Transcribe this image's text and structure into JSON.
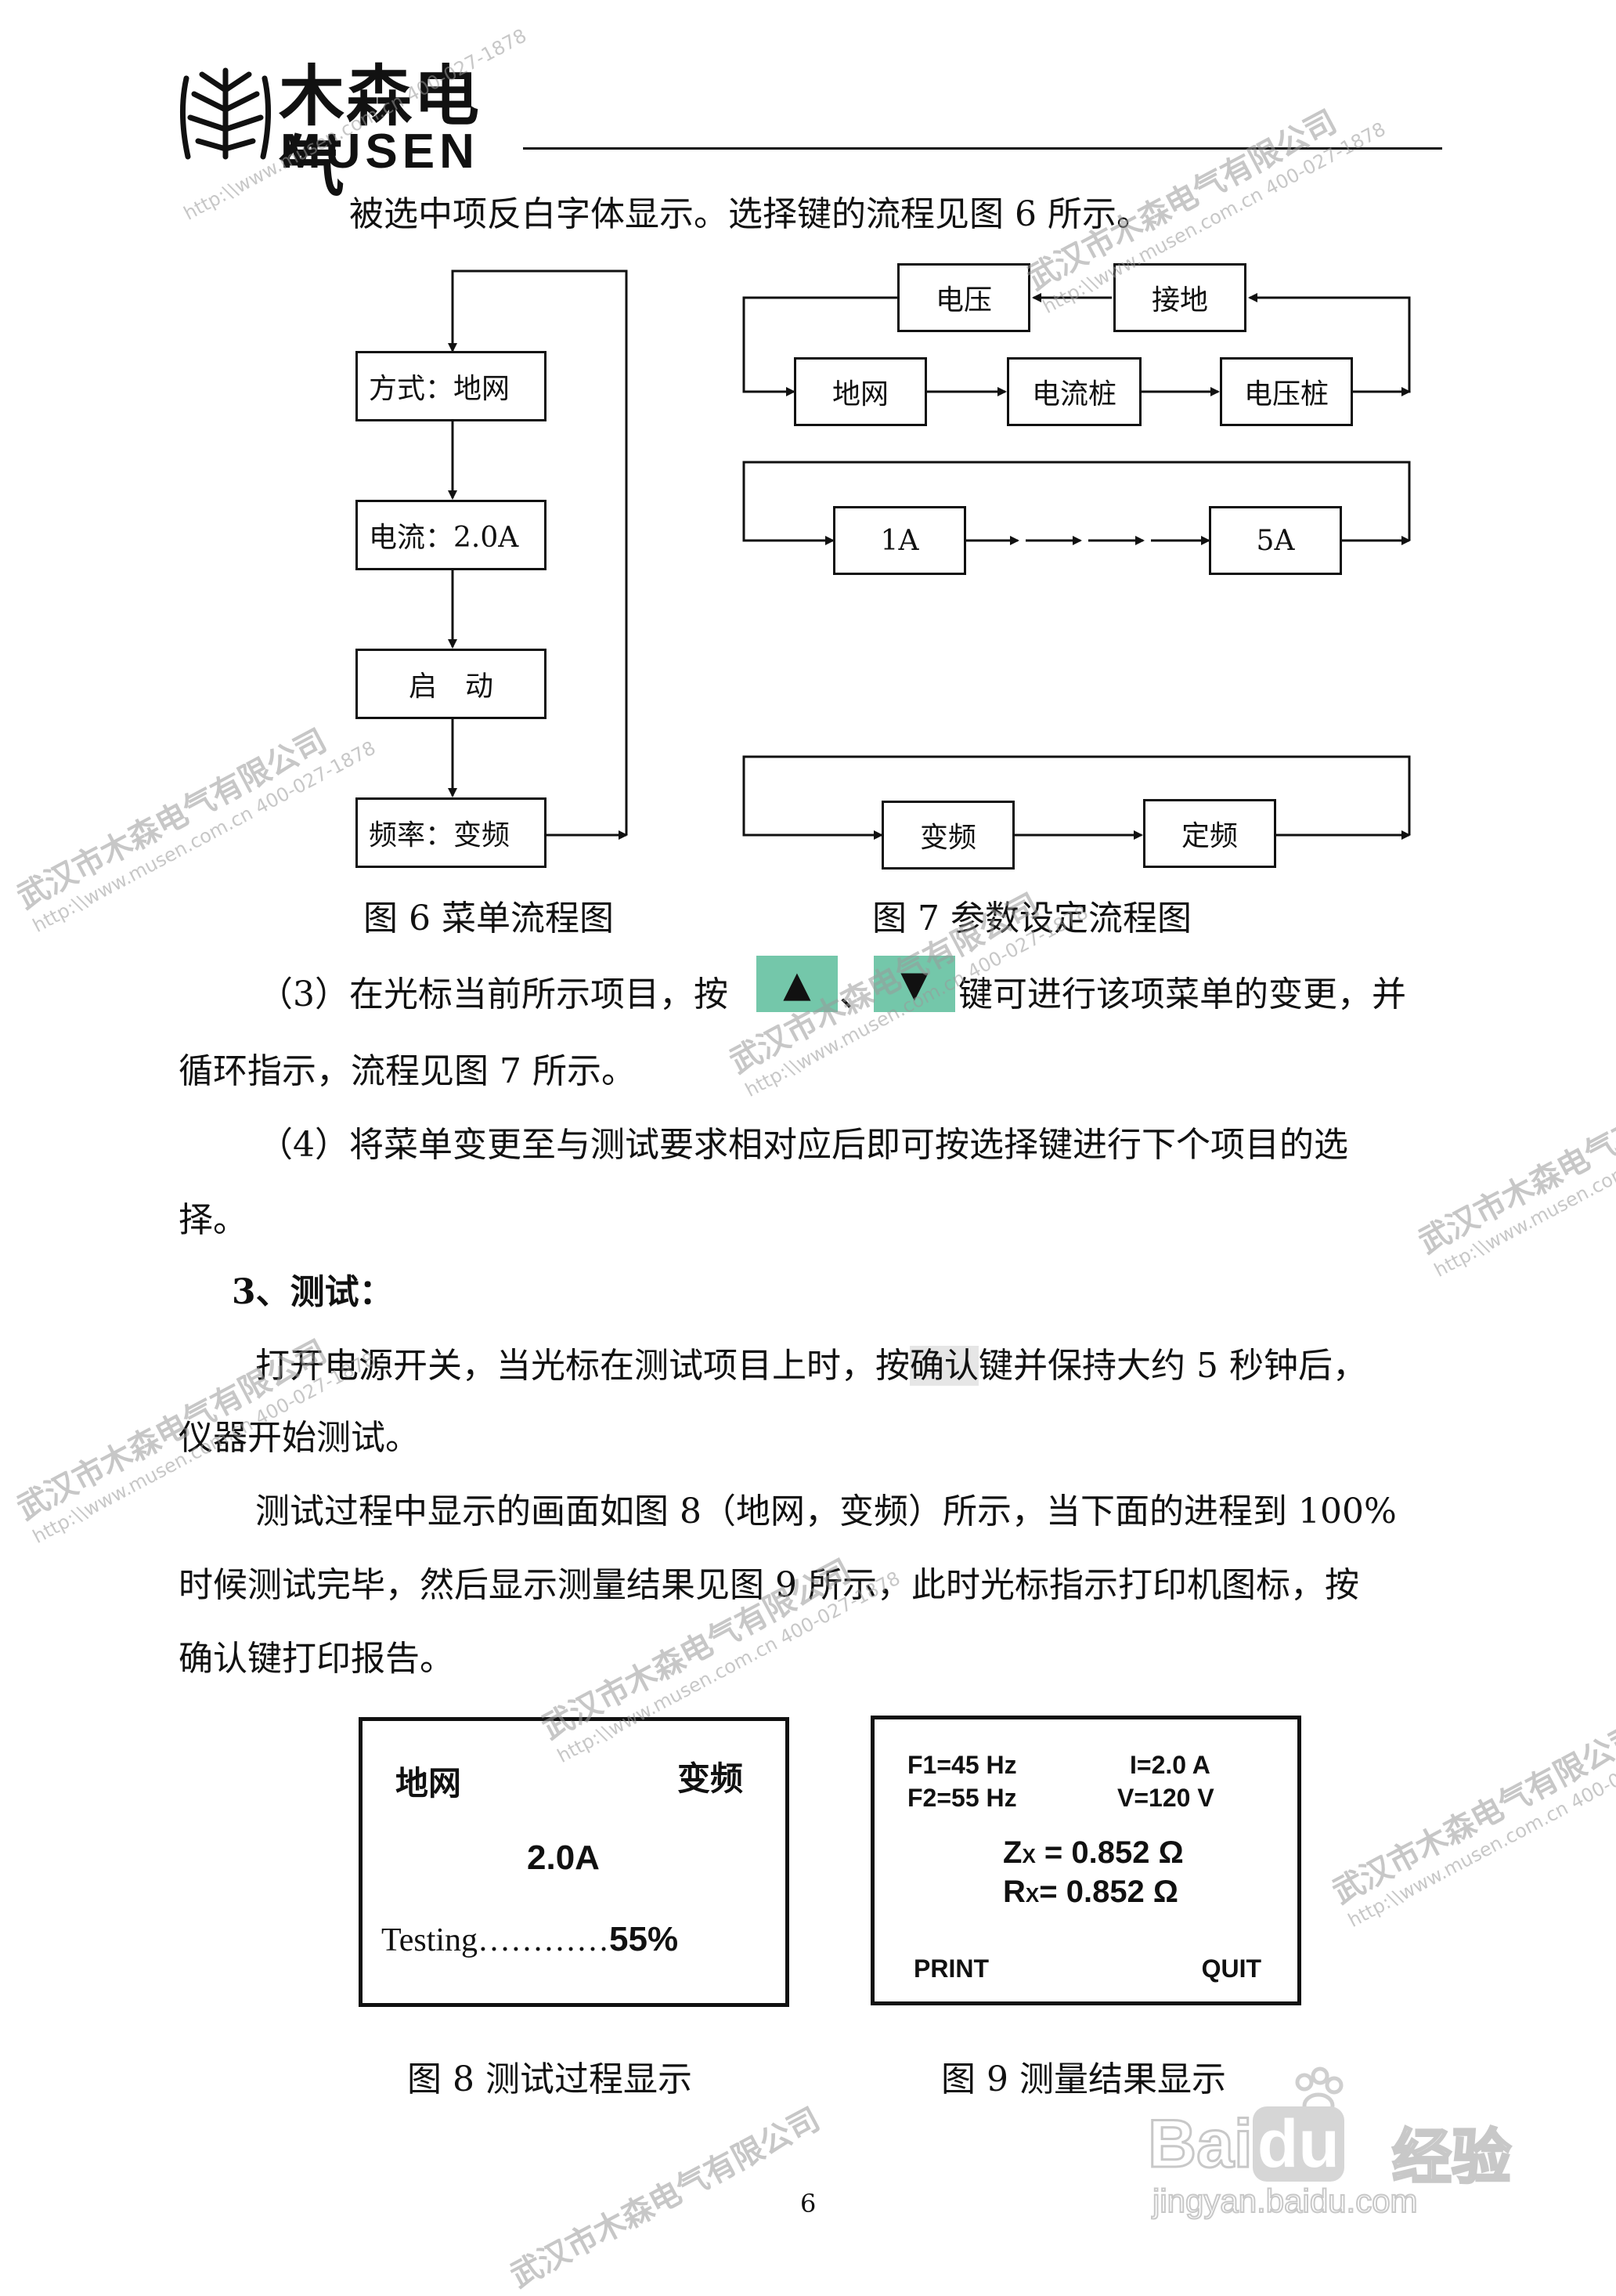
{
  "header": {
    "logo_cn": "木森电气",
    "logo_en": "MUSEN"
  },
  "paragraphs": {
    "intro_line": "被选中项反白字体显示。选择键的流程见图 6 所示。",
    "item3_before": "（3）在光标当前所示项目，按",
    "item3_sep": "、",
    "item3_after": "键可进行该项菜单的变更，并",
    "item3_line2": "循环指示，流程见图 7 所示。",
    "item4_line1": "（4）将菜单变更至与测试要求相对应后即可按选择键进行下个项目的选",
    "item4_line2": "择。",
    "section3_heading": "3、测试：",
    "test_line1_a": "打开电源开关，当光标在测试项目上时，按",
    "test_line1_key": "确认",
    "test_line1_b": "键并保持大约 5 秒钟后，",
    "test_line2": "仪器开始测试。",
    "proc_line1": "测试过程中显示的画面如图 8（地网，变频）所示，当下面的进程到 100%",
    "proc_line2": "时候测试完毕，然后显示测量结果见图 9 所示，此时光标指示打印机图标，按",
    "proc_line3": "确认键打印报告。"
  },
  "keys": {
    "up_symbol": "▲",
    "down_symbol": "▼"
  },
  "fig6": {
    "boxes": [
      "方式：地网",
      "电流：2.0A",
      "启　动",
      "频率：变频"
    ],
    "caption": "图 6 菜单流程图"
  },
  "fig7": {
    "row1": {
      "voltage": "电压",
      "ground": "接地",
      "grid": "地网",
      "current_pile": "电流桩",
      "voltage_pile": "电压桩"
    },
    "row2": {
      "start": "1A",
      "end": "5A"
    },
    "row3": {
      "var_freq": "变频",
      "fixed_freq": "定频"
    },
    "caption": "图 7 参数设定流程图"
  },
  "fig8": {
    "left_label": "地网",
    "right_label": "变频",
    "current": "2.0A",
    "testing_label": "Testing…………",
    "progress_text": "55%",
    "progress_value": 55,
    "caption": "图 8 测试过程显示"
  },
  "fig9": {
    "f1": "F1=45 Hz",
    "f2": "F2=55 Hz",
    "i": "I=2.0 A",
    "v": "V=120 V",
    "zx_sym": "Z",
    "zx_sub": "X",
    "zx_val": " = 0.852 Ω",
    "rx_sym": "R",
    "rx_sub": "X",
    "rx_val": "= 0.852 Ω",
    "print": "PRINT",
    "quit": "QUIT",
    "caption": "图 9 测量结果显示"
  },
  "page_number": "6",
  "watermarks": {
    "company": "武汉市木森电气有限公司",
    "website": "http:\\\\www.musen.com.cn 400-027-1878"
  },
  "baidu": {
    "brand": "Bai",
    "brand2": "du",
    "jingyan": "经验",
    "url": "jingyan.baidu.com"
  }
}
